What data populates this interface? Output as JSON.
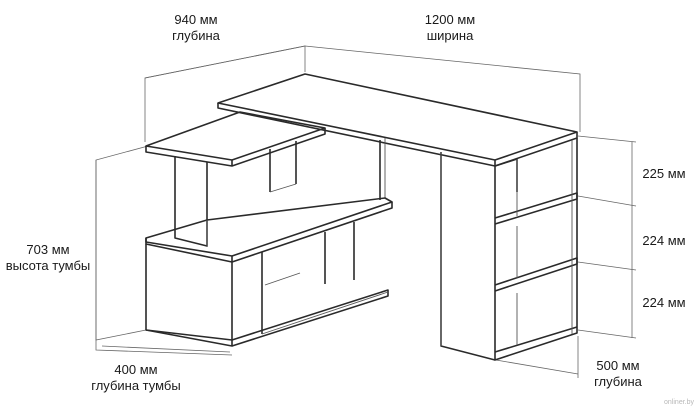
{
  "dimensions": {
    "depth": {
      "value": "940 мм",
      "label": "глубина"
    },
    "width": {
      "value": "1200 мм",
      "label": "ширина"
    },
    "cabinet_height": {
      "value": "703 мм",
      "label": "высота тумбы"
    },
    "cabinet_depth": {
      "value": "400 мм",
      "label": "глубина тумбы"
    },
    "shelf_depth": {
      "value": "500 мм",
      "label": "глубина"
    },
    "shelf_1": {
      "value": "225 мм"
    },
    "shelf_2": {
      "value": "224 мм"
    },
    "shelf_3": {
      "value": "224 мм"
    }
  },
  "watermark": "onliner.by"
}
